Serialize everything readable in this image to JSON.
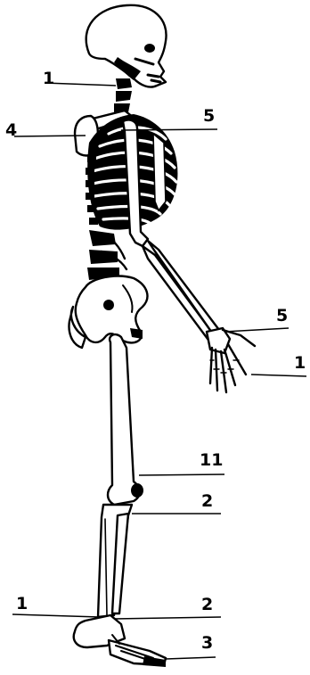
{
  "figure": {
    "callouts": [
      {
        "id": "neck",
        "text": "1"
      },
      {
        "id": "shoulder",
        "text": "4"
      },
      {
        "id": "chest",
        "text": "5"
      },
      {
        "id": "wrist",
        "text": "5"
      },
      {
        "id": "hand",
        "text": "1"
      },
      {
        "id": "knee",
        "text": "11"
      },
      {
        "id": "shin-upper",
        "text": "2"
      },
      {
        "id": "ankle-left",
        "text": "1"
      },
      {
        "id": "ankle-right",
        "text": "2"
      },
      {
        "id": "foot",
        "text": "3"
      }
    ]
  }
}
